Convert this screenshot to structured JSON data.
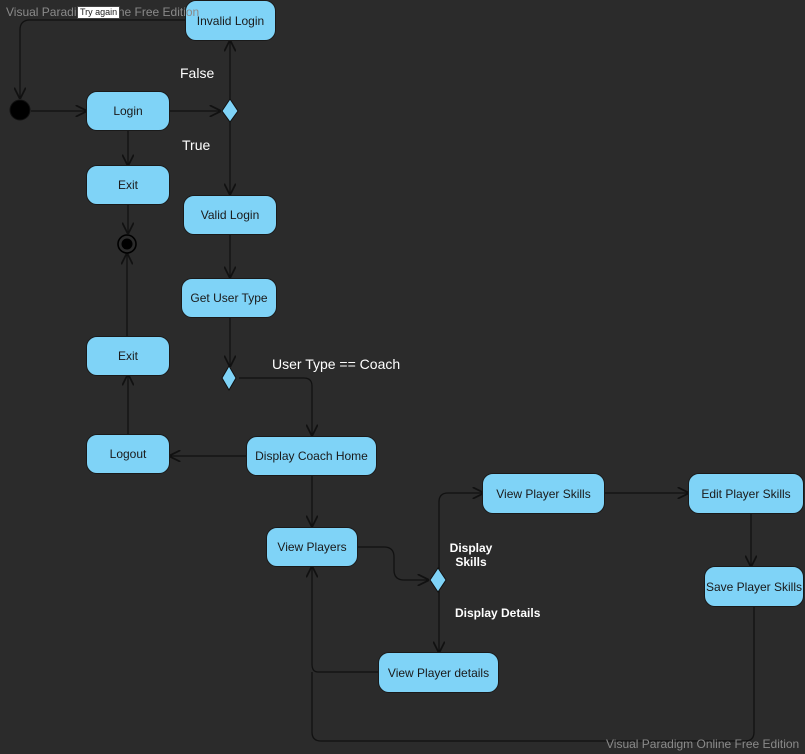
{
  "watermark": "Visual Paradigm Online Free Edition",
  "try_again_label": "Try again",
  "nodes": {
    "invalid_login": "Invalid Login",
    "login": "Login",
    "exit_top": "Exit",
    "valid_login": "Valid Login",
    "get_user_type": "Get User Type",
    "exit_bottom": "Exit",
    "logout": "Logout",
    "display_coach_home": "Display Coach Home",
    "view_players": "View Players",
    "view_player_skills": "View Player Skills",
    "edit_player_skills": "Edit Player Skills",
    "save_player_skills": "Save Player Skills",
    "view_player_details": "View Player details"
  },
  "guards": {
    "false": "False",
    "true": "True",
    "user_type_coach": "User Type == Coach",
    "display_skills": "Display\nSkills",
    "display_details": "Display Details"
  },
  "colors": {
    "background": "#2b2b2b",
    "node_fill": "#7fd3f7",
    "edge": "#111111",
    "text_light": "#ffffff"
  }
}
